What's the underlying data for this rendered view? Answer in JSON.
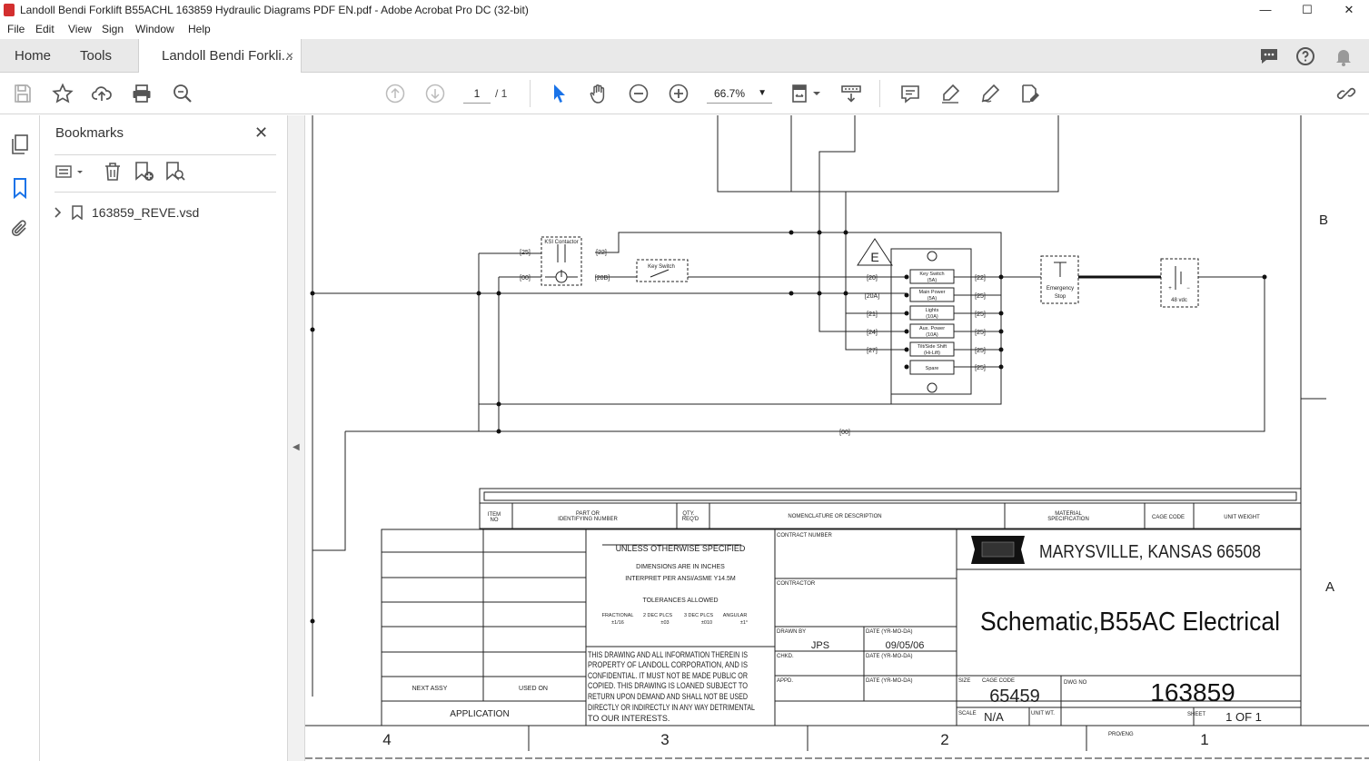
{
  "window": {
    "title": "Landoll Bendi Forklift B55ACHL 163859 Hydraulic Diagrams PDF EN.pdf - Adobe Acrobat Pro DC (32-bit)",
    "minimize": "—",
    "maximize": "☐",
    "close": "✕"
  },
  "menu": [
    "File",
    "Edit",
    "View",
    "Sign",
    "Window",
    "Help"
  ],
  "tabs": {
    "home": "Home",
    "tools": "Tools",
    "document": "Landoll Bendi Forkli...",
    "document_close": "×"
  },
  "toolbar": {
    "page_current": "1",
    "page_total": "/ 1",
    "zoom": "66.7%"
  },
  "bookmarks": {
    "title": "Bookmarks",
    "close": "✕",
    "items": [
      {
        "label": "163859_REVE.vsd"
      }
    ]
  },
  "document": {
    "zone_labels": {
      "b": "B",
      "a": "A"
    },
    "column_numbers": [
      "4",
      "3",
      "2",
      "1"
    ],
    "wires": {
      "w25": "[25]",
      "w22": "[22]",
      "w00": "[00]",
      "w20b": "[20B]",
      "w20": "[20]",
      "w20a": "[20A]",
      "w21": "[21]",
      "w24": "[24]",
      "w27": "[27]",
      "w00_bottom": "[00]"
    },
    "components": {
      "ksi_contactor": "KSI Contactor",
      "key_switch": "Key Switch",
      "fuse_marker": "E",
      "fuses": [
        {
          "line1": "Key Switch",
          "line2": "(5A)"
        },
        {
          "line1": "Main Power",
          "line2": "(5A)"
        },
        {
          "line1": "Lights",
          "line2": "(10A)"
        },
        {
          "line1": "Aux. Power",
          "line2": "(10A)"
        },
        {
          "line1": "Tilt/Side Shift",
          "line2": "(Hi-Lift)"
        },
        {
          "line1": "Spare",
          "line2": ""
        }
      ],
      "estop_line1": "Emergency",
      "estop_line2": "Stop",
      "battery_plus": "+",
      "battery_minus": "−",
      "battery_voltage": "48 vdc"
    },
    "parts_header": {
      "item_no_1": "ITEM",
      "item_no_2": "NO",
      "part_1": "PART OR",
      "part_2": "IDENTIFYING NUMBER",
      "qty_1": "QTY.",
      "qty_2": "REQ'D",
      "nomenclature": "NOMENCLATURE OR DESCRIPTION",
      "material_1": "MATERIAL",
      "material_2": "SPECIFICATION",
      "cage_code": "CAGE CODE",
      "unit_weight": "UNIT WEIGHT"
    },
    "title_block": {
      "unless": "UNLESS OTHERWISE SPECIFIED",
      "dims": "DIMENSIONS ARE IN INCHES",
      "interpret": "INTERPRET PER ANSI/ASME Y14.5M",
      "tolerances": "TOLERANCES ALLOWED",
      "fractional": "FRACTIONAL",
      "fractional_val": "±1/16",
      "two_dec": "2 DEC PLCS",
      "two_dec_val": "±03",
      "three_dec": "3 DEC PLCS",
      "three_dec_val": "±010",
      "angular": "ANGULAR",
      "angular_val": "±1°",
      "property_lines": [
        "THIS DRAWING AND ALL INFORMATION THEREIN IS",
        "PROPERTY OF LANDOLL CORPORATION, AND IS",
        "CONFIDENTIAL. IT MUST NOT BE MADE PUBLIC OR",
        "COPIED.  THIS DRAWING IS LOANED SUBJECT TO",
        "RETURN UPON DEMAND AND SHALL NOT BE USED",
        "DIRECTLY OR INDIRECTLY IN ANY WAY DETRIMENTAL",
        "TO OUR INTERESTS."
      ],
      "contract_number": "CONTRACT NUMBER",
      "contractor": "CONTRACTOR",
      "drawn_by": "DRAWN BY",
      "drawn_by_value": "JPS",
      "date_label": "DATE (YR-MO-DA)",
      "date_value": "09/05/06",
      "chkd": "CHKD.",
      "appd": "APPD.",
      "next_assy": "NEXT ASSY",
      "used_on": "USED ON",
      "application": "APPLICATION",
      "location": "MARYSVILLE,  KANSAS   66508",
      "drawing_title": "Schematic,B55AC Electrical",
      "size": "SIZE",
      "cage_code_label": "CAGE CODE",
      "cage_code_value": "65459",
      "dwg_no_label": "DWG NO",
      "dwg_no_value": "163859",
      "scale_label": "SCALE",
      "scale_value": "N/A",
      "unit_wt": "UNIT WT.",
      "sheet_label": "SHEET",
      "sheet_value": "1 OF 1",
      "pro_eng": "PRO/ENG"
    }
  }
}
